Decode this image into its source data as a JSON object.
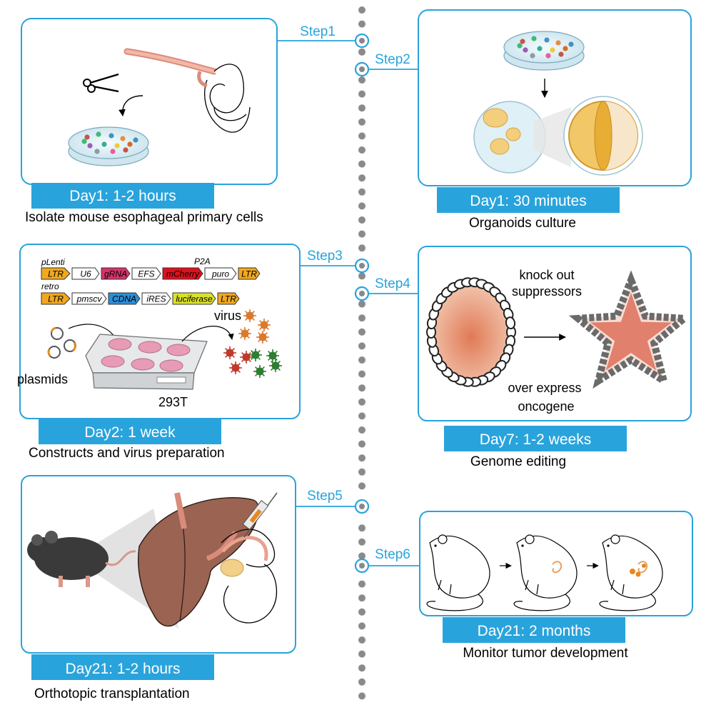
{
  "steps": [
    {
      "step": "Step1",
      "time": "Day1: 1-2 hours",
      "caption": "Isolate mouse esophageal primary cells"
    },
    {
      "step": "Step2",
      "time": "Day1: 30 minutes",
      "caption": "Organoids culture"
    },
    {
      "step": "Step3",
      "time": "Day2: 1 week",
      "caption": "Constructs and virus preparation"
    },
    {
      "step": "Step4",
      "time": "Day7: 1-2 weeks",
      "caption": "Genome editing"
    },
    {
      "step": "Step5",
      "time": "Day21: 1-2 hours",
      "caption": "Orthotopic transplantation"
    },
    {
      "step": "Step6",
      "time": "Day21: 2 months",
      "caption": "Monitor tumor development"
    }
  ],
  "constructs": {
    "lenti": {
      "name": "pLenti",
      "parts": [
        "LTR",
        "U6",
        "gRNA",
        "EFS",
        "mCherry",
        "puro",
        "LTR"
      ],
      "linker": "P2A"
    },
    "retro": {
      "name": "retro",
      "parts": [
        "LTR",
        "pmscv",
        "CDNA",
        "iRES",
        "luciferase",
        "LTR"
      ]
    }
  },
  "labels": {
    "virus": "virus",
    "plasmids": "plasmids",
    "cell_line": "293T",
    "knock_out": "knock out",
    "suppressors": "suppressors",
    "over_express": "over express",
    "oncogene": "oncogene"
  },
  "colors": {
    "accent": "#29a3dc",
    "ltr": "#f2a81e",
    "grna": "#d6336c",
    "mcherry": "#e0101c",
    "cdna": "#2c8ed6",
    "luciferase": "#dbe22a"
  }
}
